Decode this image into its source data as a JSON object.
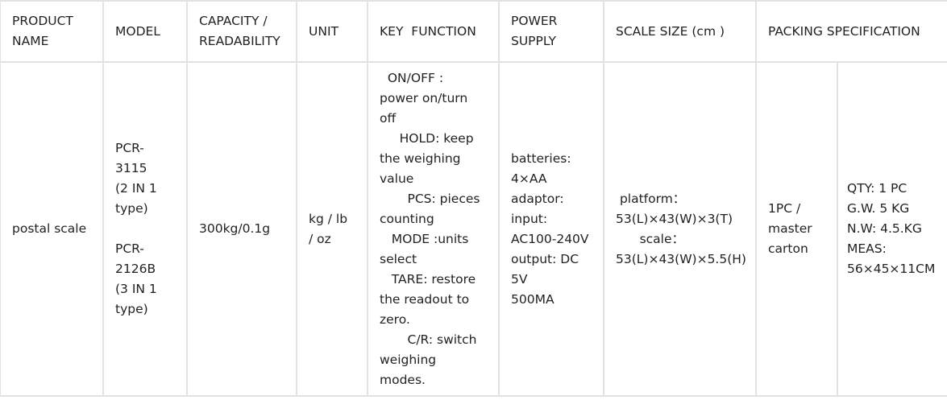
{
  "headers": [
    "PRODUCT\nNAME",
    "MODEL",
    "CAPACITY /\nREADABILITY",
    "UNIT",
    "KEY  FUNCTION",
    "POWER\nSUPPLY",
    "SCALE SIZE (cm )",
    "PACKING SPECIFICATION"
  ],
  "row": {
    "product_name": "postal scale",
    "model": "PCR-\n3115\n(2 IN 1\ntype)\n\nPCR-\n2126B\n(3 IN 1\ntype)",
    "capacity": "300kg/0.1g",
    "unit": "kg / lb\n/ oz",
    "key_function": "  ON/OFF :\npower on/turn\noff\n     HOLD: keep\nthe weighing\nvalue\n       PCS: pieces\ncounting\n   MODE :units\nselect\n   TARE: restore\nthe readout to\nzero.\n       C/R: switch\nweighing\nmodes.",
    "power_supply": "batteries:\n4×AA\nadaptor:\ninput:\nAC100-240V\noutput: DC\n5V\n500MA",
    "scale_size": " platform：\n53(L)×43(W)×3(T)\n      scale：\n53(L)×43(W)×5.5(H)",
    "packing_unit": "1PC /\nmaster\ncarton",
    "packing_detail": "QTY: 1 PC\nG.W. 5 KG\nN.W: 4.5.KG\nMEAS:\n56×45×11CM"
  }
}
